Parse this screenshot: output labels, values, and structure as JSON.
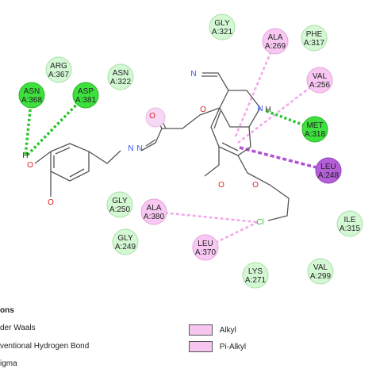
{
  "residues": [
    {
      "name": "GLY",
      "num": "A:321",
      "type": "vdw"
    },
    {
      "name": "ALA",
      "num": "A:269",
      "type": "alkyl"
    },
    {
      "name": "PHE",
      "num": "A:317",
      "type": "vdw"
    },
    {
      "name": "ARG",
      "num": "A:367",
      "type": "vdw"
    },
    {
      "name": "ASN",
      "num": "A:322",
      "type": "vdw"
    },
    {
      "name": "ASN",
      "num": "A:368",
      "type": "hbond"
    },
    {
      "name": "ASP",
      "num": "A:381",
      "type": "hbond"
    },
    {
      "name": "VAL",
      "num": "A:256",
      "type": "alkyl"
    },
    {
      "name": "MET",
      "num": "A:318",
      "type": "hbond"
    },
    {
      "name": "LEU",
      "num": "A:248",
      "type": "pisigma"
    },
    {
      "name": "GLY",
      "num": "A:250",
      "type": "vdw"
    },
    {
      "name": "ALA",
      "num": "A:380",
      "type": "alkyl"
    },
    {
      "name": "ILE",
      "num": "A:315",
      "type": "vdw"
    },
    {
      "name": "GLY",
      "num": "A:249",
      "type": "vdw"
    },
    {
      "name": "LEU",
      "num": "A:370",
      "type": "alkyl"
    },
    {
      "name": "LYS",
      "num": "A:271",
      "type": "vdw"
    },
    {
      "name": "VAL",
      "num": "A:299",
      "type": "vdw"
    }
  ],
  "atoms": {
    "cyano_n": "N",
    "azo_n1": "N",
    "azo_n2": "N",
    "ring_nh_n": "N",
    "ring_nh_h": "H",
    "ether_o1": "O",
    "carbonyl_o": "O",
    "phenol_o": "O",
    "phenol_h": "H",
    "methoxy_o": "O",
    "aryl_ether_o": "O",
    "ring_o": "O",
    "chloro": "Cl"
  },
  "legend": {
    "heading": "ons",
    "items": [
      {
        "label": "der Waals",
        "color": "#d4f7d4"
      },
      {
        "label": "ventional Hydrogen Bond",
        "color": "#3ee03e"
      },
      {
        "label": "igma",
        "color": "#b45fd8"
      },
      {
        "label": "Alkyl",
        "color": "#f7c6f0"
      },
      {
        "label": "Pi-Alkyl",
        "color": "#f7c6f0"
      }
    ]
  },
  "colors": {
    "vdw": "#d4f7d4",
    "hbond": "#3ee03e",
    "pisigma": "#b45fd8",
    "alkyl": "#f8c8f2",
    "hbond_line": "#22c422",
    "alkyl_line": "#f4a6ec",
    "pisigma_line": "#b34fd4",
    "bond": "#555555",
    "oxygen": "#e02020",
    "nitrogen": "#3050f8",
    "chlorine": "#30c030"
  }
}
